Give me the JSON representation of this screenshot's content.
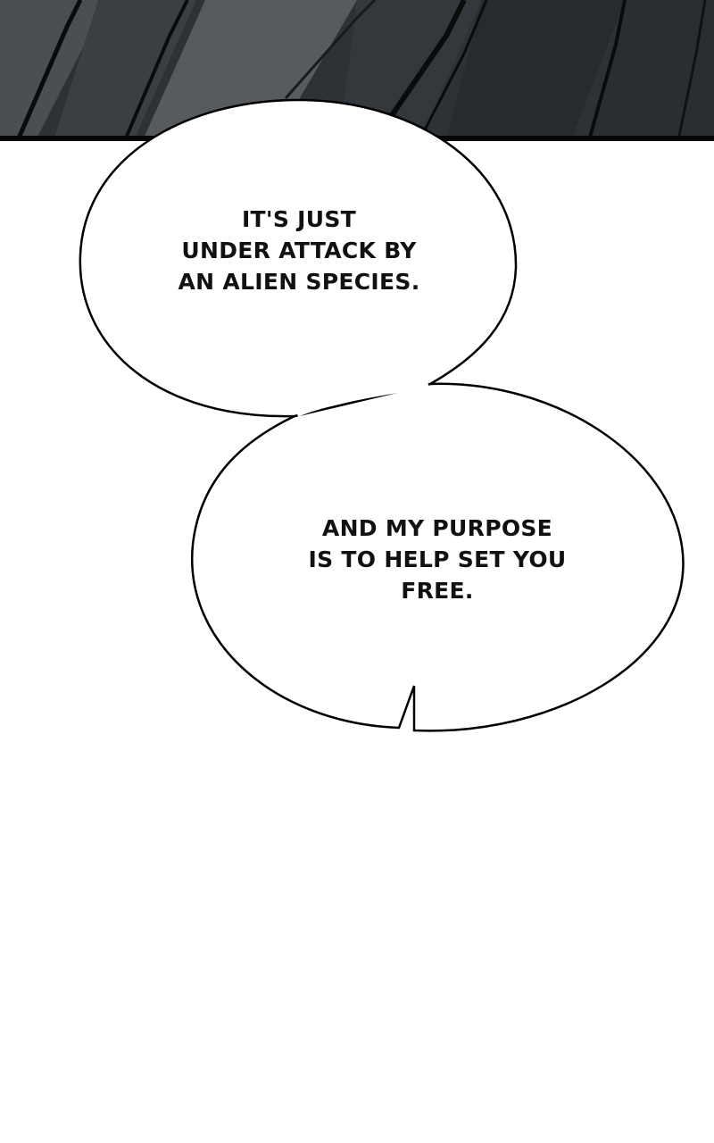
{
  "panel": {
    "colors": {
      "background": "#ffffff",
      "dark_panel": "#2b2f33",
      "bubble_fill": "#ffffff",
      "bubble_outline": "#000000",
      "text": "#111111"
    }
  },
  "bubbles": [
    {
      "lines": [
        "IT'S JUST",
        "UNDER ATTACK BY",
        "AN ALIEN SPECIES."
      ]
    },
    {
      "lines": [
        "AND MY PURPOSE",
        "IS TO HELP SET YOU",
        "FREE."
      ]
    }
  ]
}
